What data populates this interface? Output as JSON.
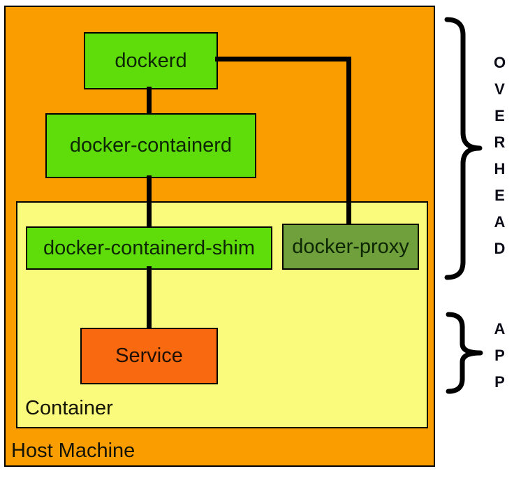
{
  "palette": {
    "host_fill": "#FA9D00",
    "container_fill": "#FAFA7D",
    "process_fill": "#5FDD0A",
    "proxy_fill": "#6FA03C",
    "service_fill": "#F9690F",
    "line_color": "#000000",
    "annotation_color": "#0C0C18"
  },
  "host": {
    "label": "Host Machine"
  },
  "container": {
    "label": "Container"
  },
  "nodes": {
    "dockerd": {
      "label": "dockerd"
    },
    "docker_containerd": {
      "label": "docker-containerd"
    },
    "docker_containerd_shim": {
      "label": "docker-containerd-shim"
    },
    "docker_proxy": {
      "label": "docker-proxy"
    },
    "service": {
      "label": "Service"
    }
  },
  "annotations": {
    "overhead": {
      "label": "OVERHEAD"
    },
    "app": {
      "label": "APP"
    }
  }
}
